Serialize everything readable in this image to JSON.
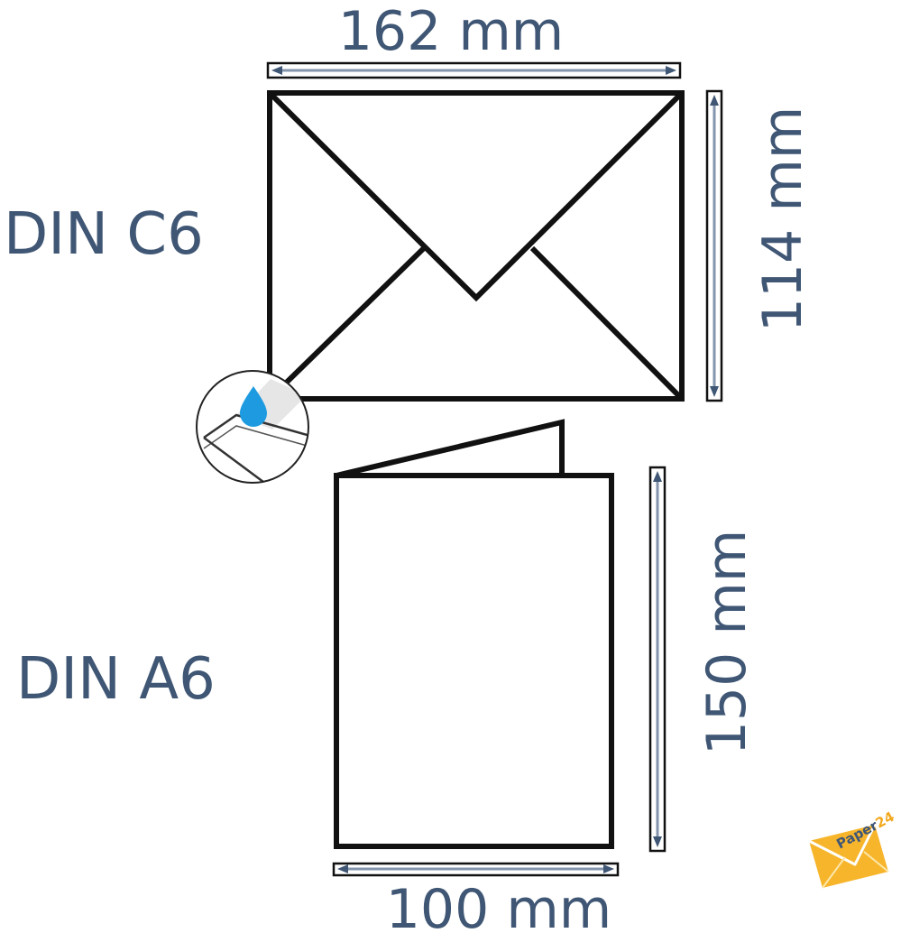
{
  "envelope": {
    "format_label": "DIN C6",
    "width_label": "162 mm",
    "height_label": "114 mm"
  },
  "card": {
    "format_label": "DIN A6",
    "width_label": "100 mm",
    "height_label": "150 mm"
  },
  "logo": {
    "text": "Paper",
    "number": "24"
  },
  "colors": {
    "label": "#3f5674",
    "outline": "#111111",
    "drop": "#1e9be0",
    "logo_envelope": "#f7b52b"
  }
}
